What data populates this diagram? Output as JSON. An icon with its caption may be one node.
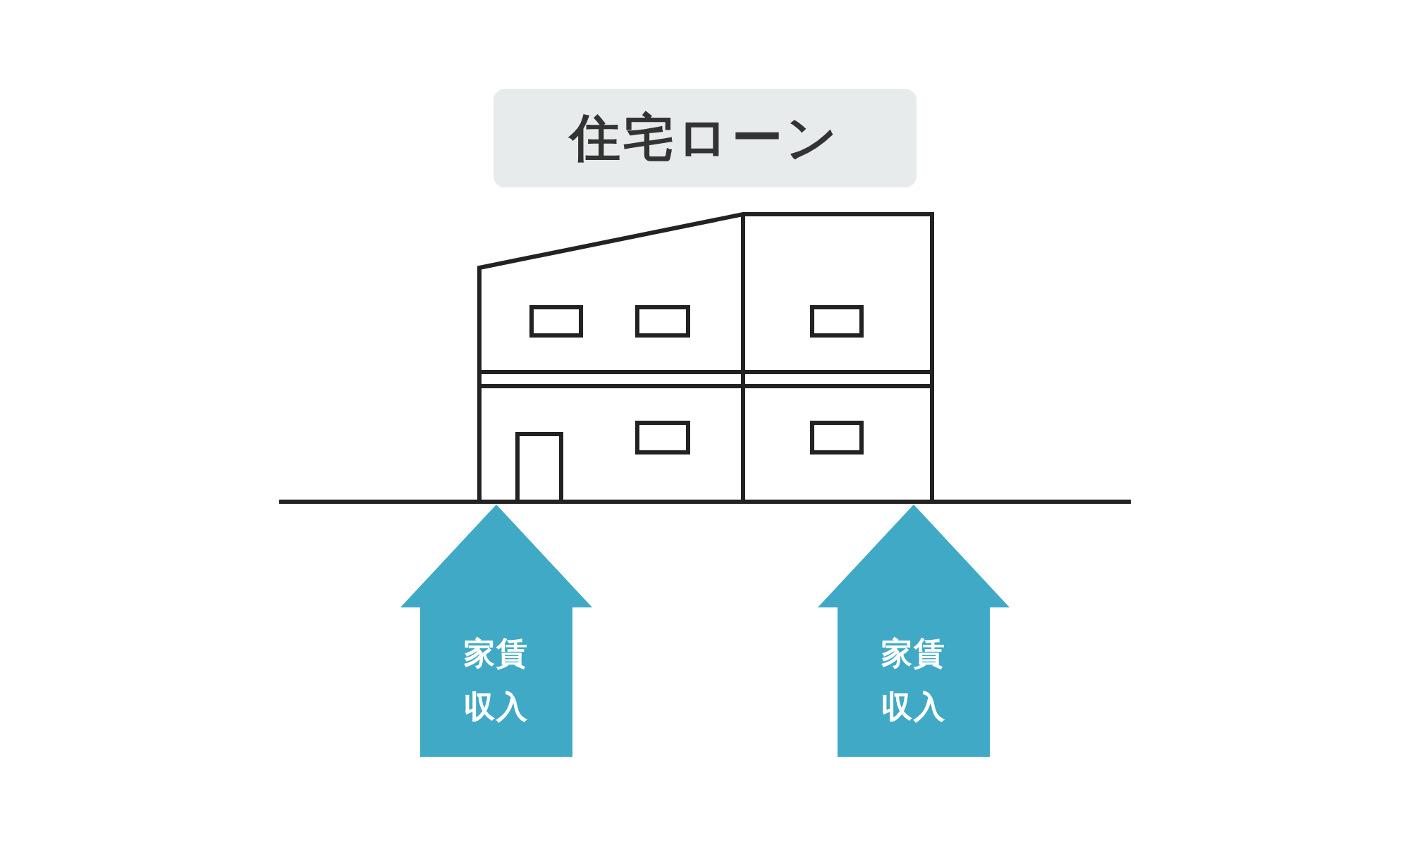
{
  "diagram": {
    "nodes": [
      {
        "text": [
          "住宅ローン"
        ]
      },
      {
        "text": [
          "家賃収入"
        ]
      },
      {
        "text": [
          "家賃収入"
        ]
      }
    ]
  }
}
